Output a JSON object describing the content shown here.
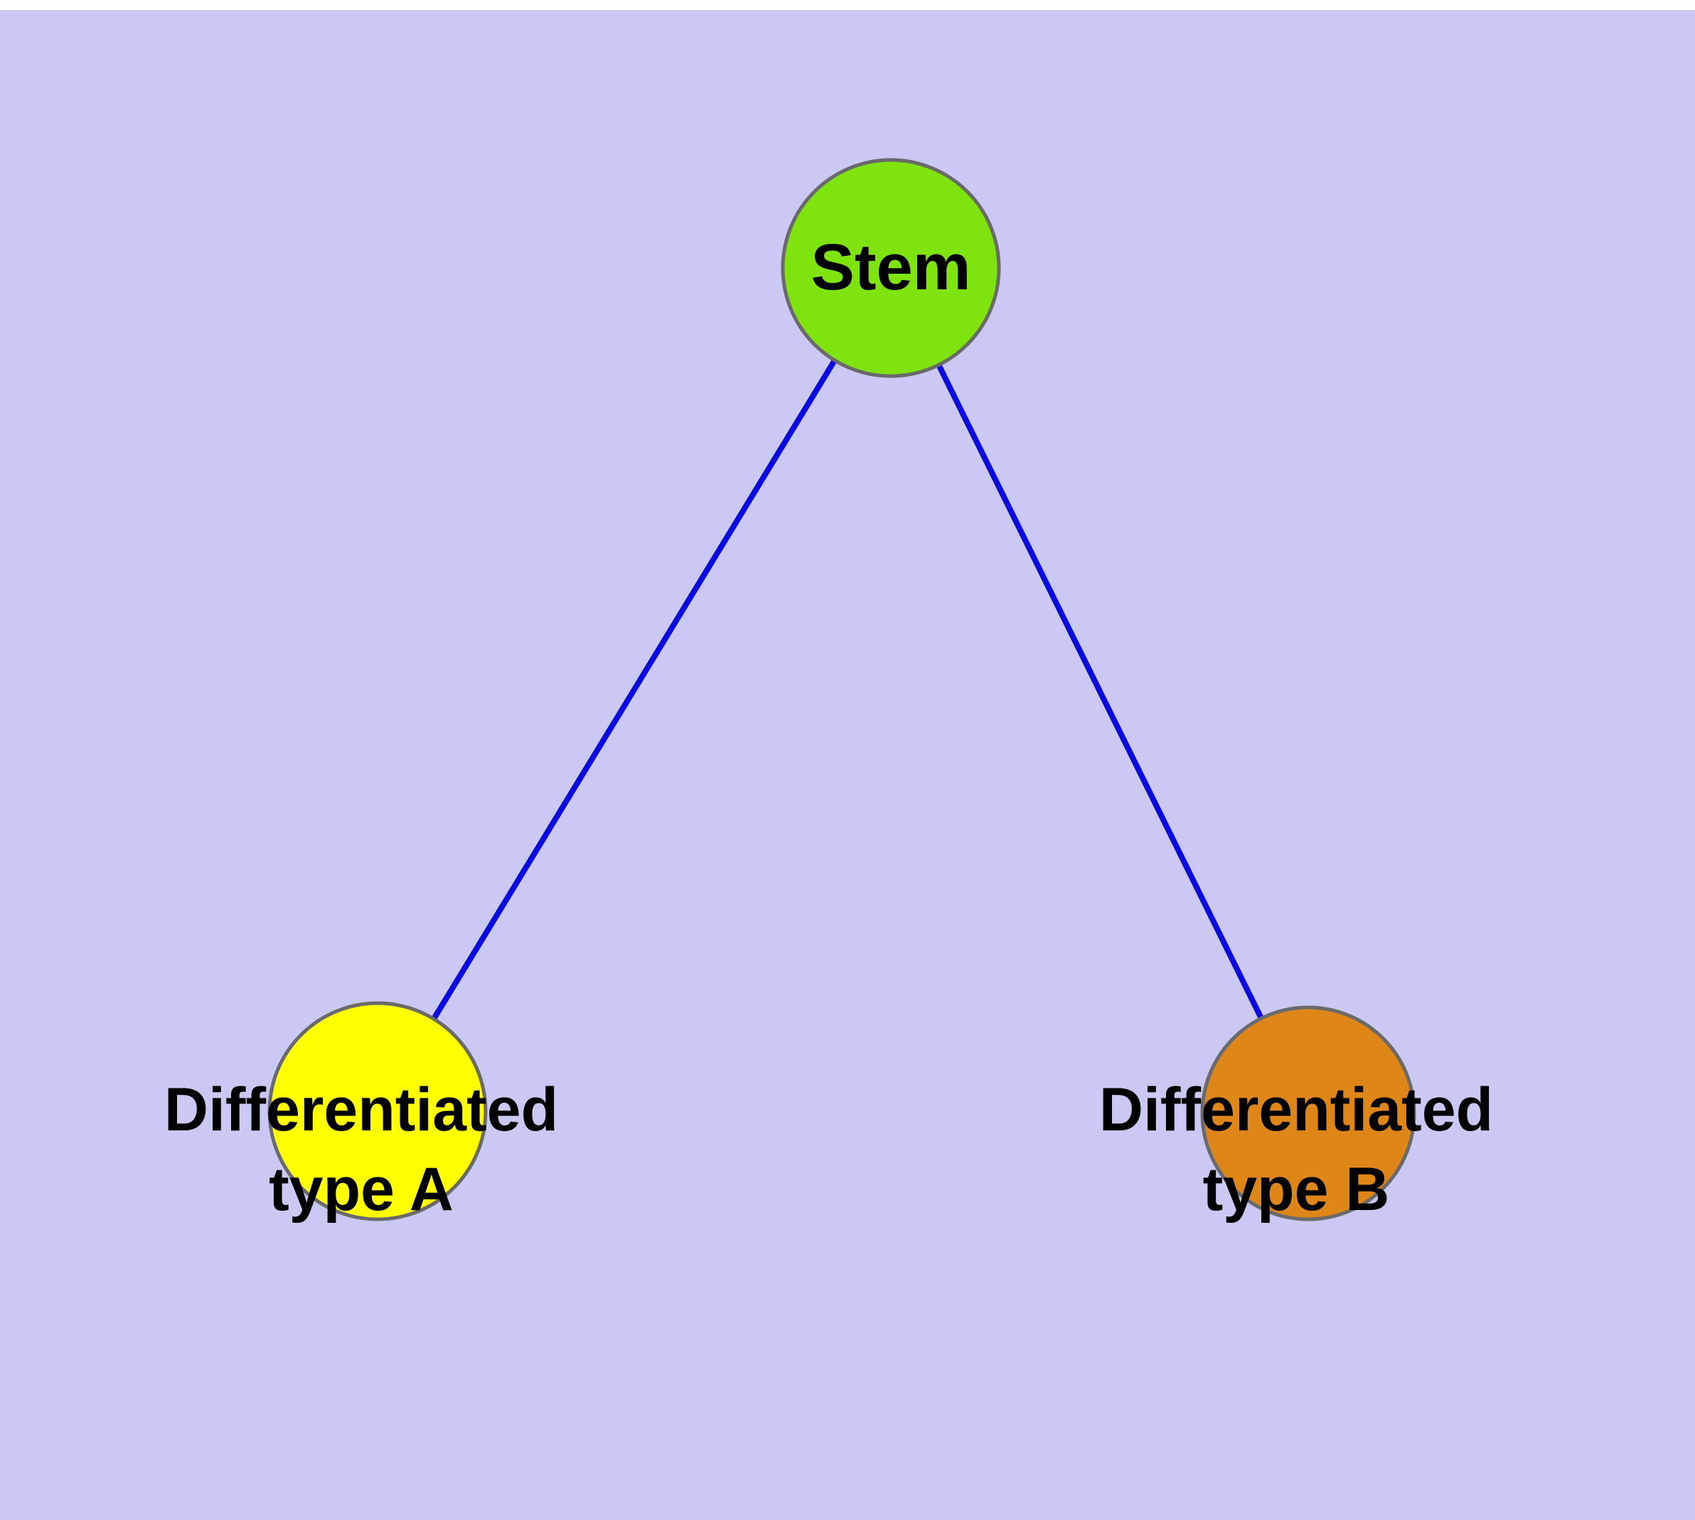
{
  "diagram": {
    "background_color": "#c9c9f3",
    "edge_color": "#0a0ae0",
    "node_stroke_color": "#6a6a6a",
    "nodes": {
      "stem": {
        "label": "Stem",
        "fill": "#7fe30d"
      },
      "type_a": {
        "label": "Differentiated type A",
        "label_line1": "Differentiated",
        "label_line2": "type A",
        "fill": "#ffff00"
      },
      "type_b": {
        "label": "Differentiated type B",
        "label_line1": "Differentiated",
        "label_line2": "type B",
        "fill": "#df8618"
      }
    },
    "edges": [
      {
        "from": "Stem",
        "to": "Differentiated type A"
      },
      {
        "from": "Stem",
        "to": "Differentiated type B"
      }
    ]
  }
}
